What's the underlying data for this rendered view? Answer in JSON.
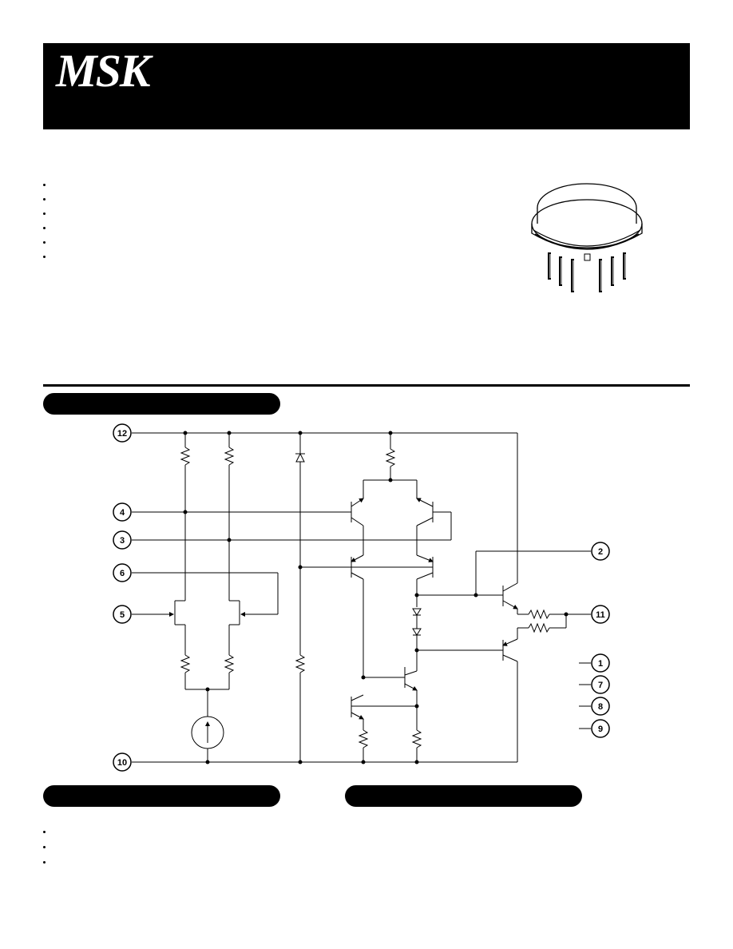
{
  "header": {
    "logo_text": "MSK"
  },
  "features": {
    "items": [
      "",
      "",
      "",
      "",
      "",
      ""
    ]
  },
  "sections": {
    "schematic_title": "",
    "applications_title": "",
    "pin_out_title": ""
  },
  "applications": {
    "items": [
      "",
      "",
      ""
    ]
  },
  "schematic": {
    "pins": {
      "p12": "12",
      "p4": "4",
      "p3": "3",
      "p6": "6",
      "p5": "5",
      "p10": "10",
      "p2": "2",
      "p11": "11",
      "p1": "1",
      "p7": "7",
      "p8": "8",
      "p9": "9"
    }
  }
}
